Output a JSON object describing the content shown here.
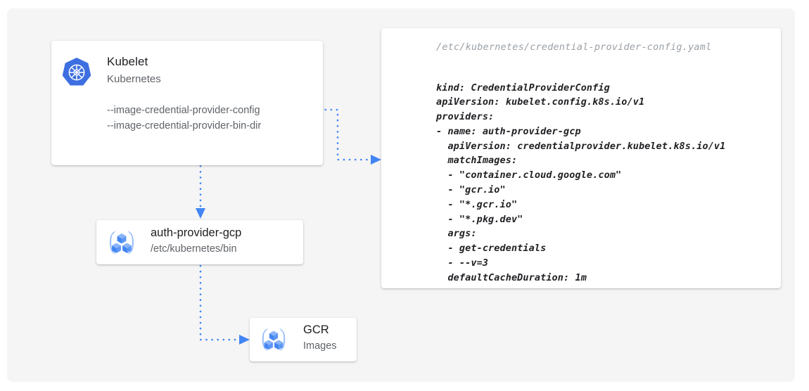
{
  "diagram": {
    "background_color": "#ffffff",
    "panel_color": "#f5f5f5",
    "accent_color": "#4285f4",
    "text_primary": "#202124",
    "text_secondary": "#5f6368"
  },
  "kubelet_card": {
    "icon": "kubernetes-logo-icon",
    "title": "Kubelet",
    "subtitle": "Kubernetes",
    "flags": [
      "--image-credential-provider-config",
      "--image-credential-provider-bin-dir"
    ]
  },
  "auth_provider_card": {
    "icon": "gcp-container-cubes-icon",
    "title": "auth-provider-gcp",
    "subtitle": "/etc/kubernetes/bin"
  },
  "gcr_card": {
    "icon": "gcp-container-cubes-icon",
    "title": "GCR",
    "subtitle": "Images"
  },
  "yaml_card": {
    "path": "/etc/kubernetes/credential-provider-config.yaml",
    "body": "kind: CredentialProviderConfig\napiVersion: kubelet.config.k8s.io/v1\nproviders:\n- name: auth-provider-gcp\n  apiVersion: credentialprovider.kubelet.k8s.io/v1\n  matchImages:\n  - \"container.cloud.google.com\"\n  - \"gcr.io\"\n  - \"*.gcr.io\"\n  - \"*.pkg.dev\"\n  args:\n  - get-credentials\n  - --v=3\n  defaultCacheDuration: 1m"
  },
  "connectors": [
    {
      "name": "kubelet-config-to-yaml",
      "style": "dotted",
      "color": "#4285f4",
      "arrow": true
    },
    {
      "name": "kubelet-to-auth-provider",
      "style": "dotted",
      "color": "#4285f4",
      "arrow": true
    },
    {
      "name": "auth-provider-to-gcr",
      "style": "dotted",
      "color": "#4285f4",
      "arrow": true
    }
  ]
}
